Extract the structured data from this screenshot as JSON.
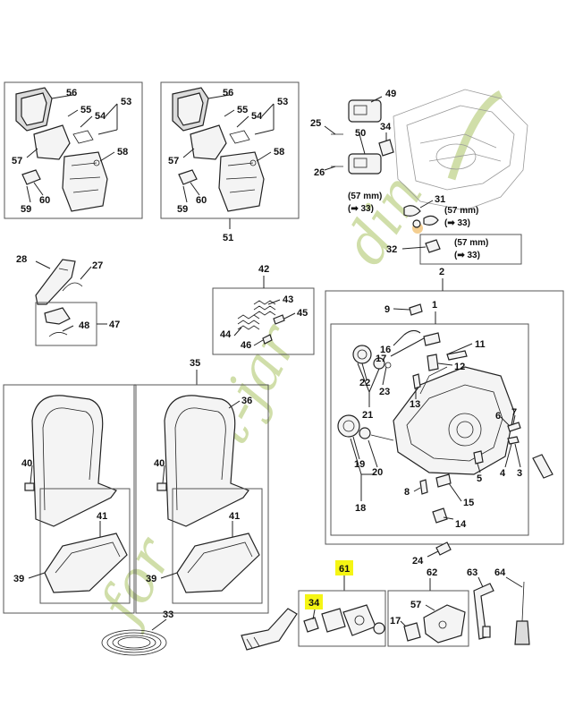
{
  "watermark": {
    "text": "forêt-jardin",
    "colors": [
      "#c8d99a",
      "#f3c67c",
      "#c8d99a",
      "#c8d99a"
    ]
  },
  "highlight_color": "#f5f514",
  "labels": {
    "p1": "1",
    "p2": "2",
    "p3": "3",
    "p4": "4",
    "p5": "5",
    "p6": "6",
    "p7": "7",
    "p8": "8",
    "p9": "9",
    "p11": "11",
    "p12": "12",
    "p13": "13",
    "p14": "14",
    "p15": "15",
    "p16": "16",
    "p17": "17",
    "p18": "18",
    "p19": "19",
    "p20": "20",
    "p21": "21",
    "p22": "22",
    "p23": "23",
    "p24": "24",
    "p25": "25",
    "p26": "26",
    "p27": "27",
    "p28": "28",
    "p31": "31",
    "p32": "32",
    "p33": "33",
    "p34": "34",
    "p34b": "34",
    "p35": "35",
    "p36": "36",
    "p39": "39",
    "p39b": "39",
    "p40": "40",
    "p40b": "40",
    "p41": "41",
    "p41b": "41",
    "p42": "42",
    "p43": "43",
    "p44": "44",
    "p45": "45",
    "p46": "46",
    "p47": "47",
    "p48": "48",
    "p49": "49",
    "p50": "50",
    "p51": "51",
    "p53": "53",
    "p53b": "53",
    "p54": "54",
    "p54b": "54",
    "p55": "55",
    "p55b": "55",
    "p56": "56",
    "p56b": "56",
    "p57": "57",
    "p57b": "57",
    "p57c": "57",
    "p58": "58",
    "p58b": "58",
    "p59": "59",
    "p59b": "59",
    "p60": "60",
    "p60b": "60",
    "p61": "61",
    "p62": "62",
    "p63": "63",
    "p64": "64",
    "p17b": "17"
  },
  "notes": {
    "n1a": "(57 mm)",
    "n1b": "(➡ 33)",
    "n2a": "(57 mm)",
    "n2b": "(➡ 33)",
    "n3a": "(57 mm)",
    "n3b": "(➡ 33)"
  }
}
